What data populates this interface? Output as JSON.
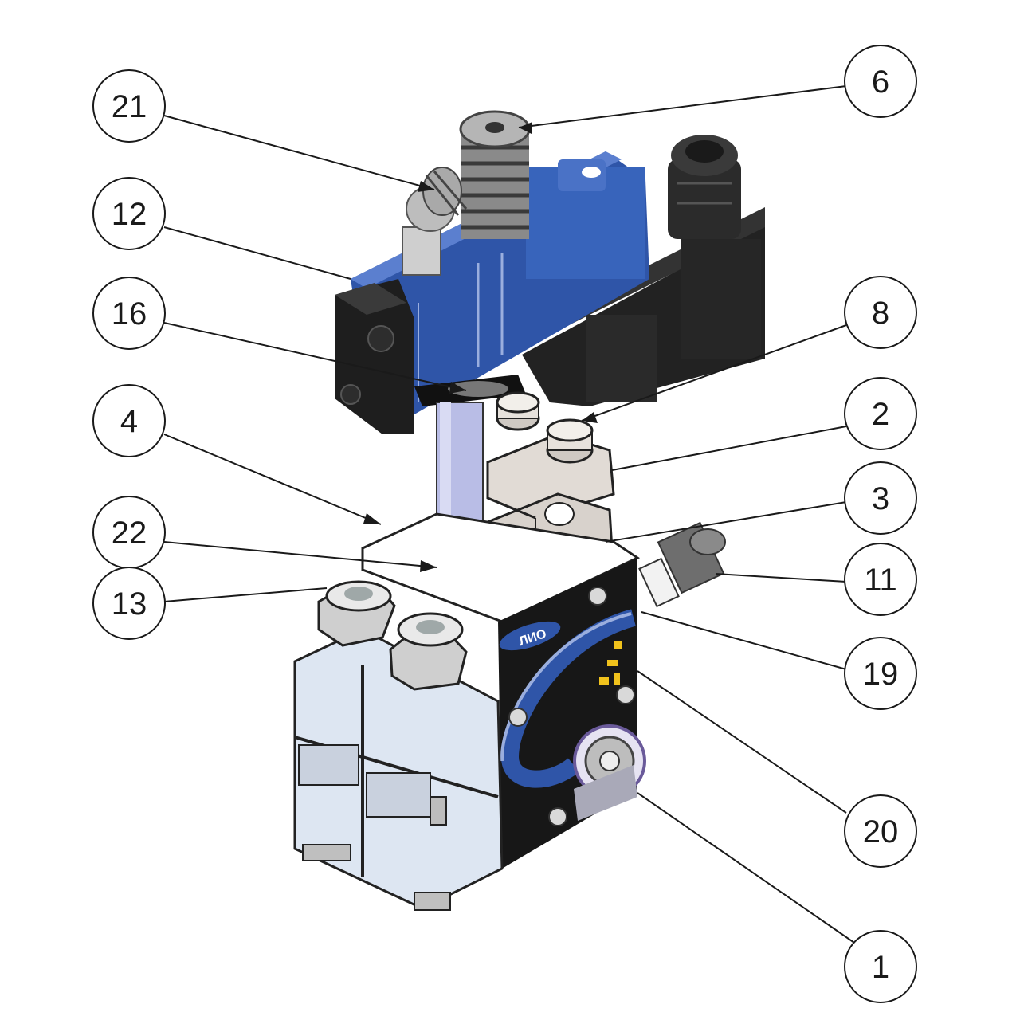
{
  "callouts": [
    {
      "id": "21",
      "label": "21"
    },
    {
      "id": "12",
      "label": "12"
    },
    {
      "id": "16",
      "label": "16"
    },
    {
      "id": "4",
      "label": "4"
    },
    {
      "id": "22",
      "label": "22"
    },
    {
      "id": "13",
      "label": "13"
    },
    {
      "id": "6",
      "label": "6"
    },
    {
      "id": "8",
      "label": "8"
    },
    {
      "id": "2",
      "label": "2"
    },
    {
      "id": "3",
      "label": "3"
    },
    {
      "id": "11",
      "label": "11"
    },
    {
      "id": "19",
      "label": "19"
    },
    {
      "id": "20",
      "label": "20"
    },
    {
      "id": "1",
      "label": "1"
    }
  ],
  "colors": {
    "valve_blue": "#2f55a8",
    "coil_black": "#1e1e1e",
    "block_black": "#151515",
    "block_light": "#dde6f2",
    "clamp_grey": "#d8d2cc",
    "tube_lavender": "#b9bde6",
    "leader": "#1a1a1a"
  },
  "brand_mark": "ЛИО"
}
